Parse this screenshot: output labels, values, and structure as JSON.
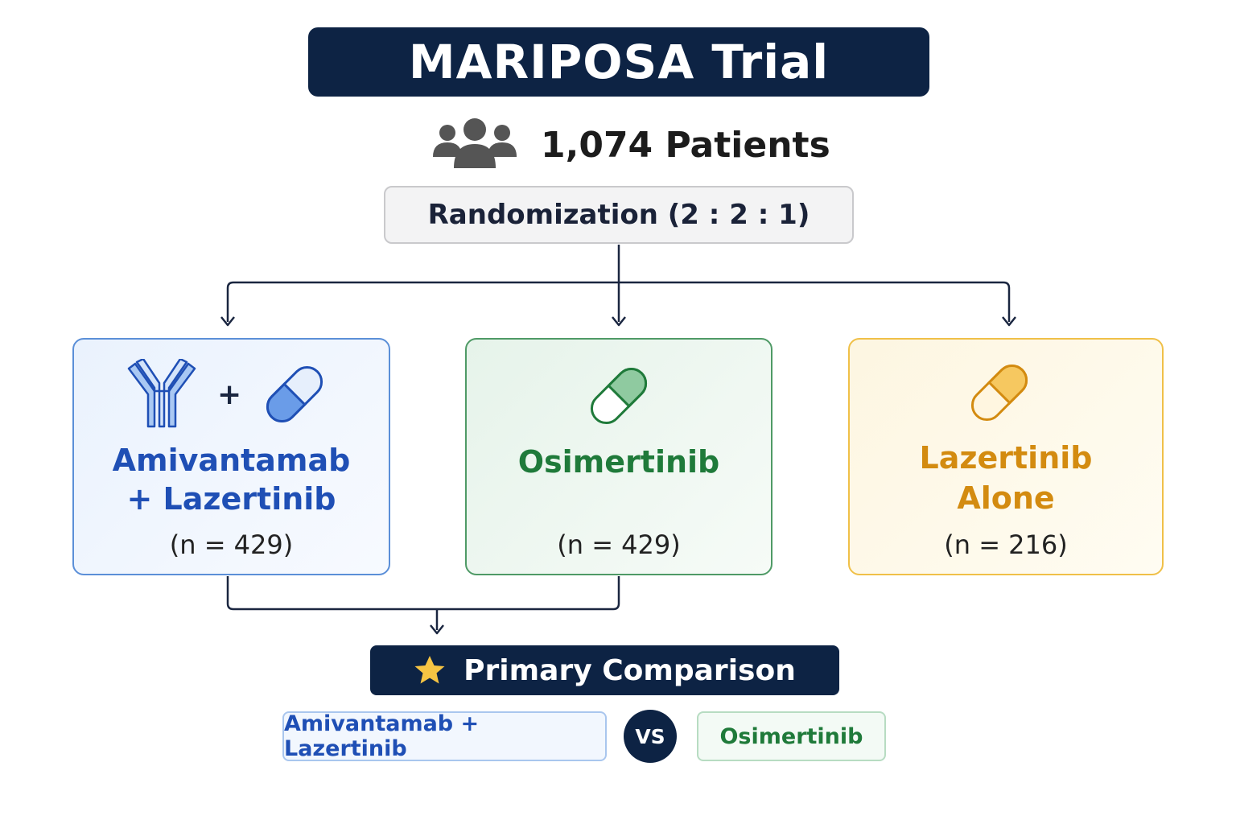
{
  "title": "MARIPOSA Trial",
  "patients": {
    "icon": "people-group-icon",
    "label": "1,074 Patients"
  },
  "randomization": "Randomization (2 : 2 : 1)",
  "arms": [
    {
      "name_line1": "Amivantamab",
      "name_line2": "+ Lazertinib",
      "n": "(n = 429)",
      "icons": [
        "antibody-icon",
        "plus-sign",
        "capsule-icon"
      ],
      "plus": "+",
      "color": "#1f4fb5"
    },
    {
      "name_line1": "Osimertinib",
      "n": "(n = 429)",
      "icons": [
        "capsule-icon"
      ],
      "color": "#1f7a3a"
    },
    {
      "name_line1": "Lazertinib",
      "name_line2": "Alone",
      "n": "(n = 216)",
      "icons": [
        "capsule-icon"
      ],
      "color": "#d38b10"
    }
  ],
  "primary": {
    "icon": "star-icon",
    "label": "Primary Comparison"
  },
  "comparison": {
    "left": "Amivantamab + Lazertinib",
    "vs": "VS",
    "right": "Osimertinib"
  },
  "colors": {
    "navy": "#0d2344",
    "blue": "#1f4fb5",
    "green": "#1f7a3a",
    "amber": "#d38b10"
  }
}
